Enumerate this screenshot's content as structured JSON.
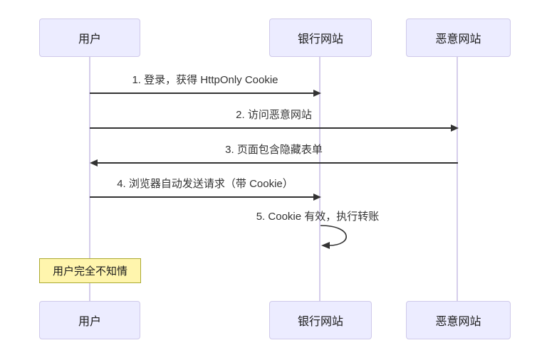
{
  "diagram": {
    "type": "sequence-diagram",
    "actors": [
      {
        "id": "user",
        "name": "用户"
      },
      {
        "id": "bank",
        "name": "银行网站"
      },
      {
        "id": "evil",
        "name": "恶意网站"
      }
    ],
    "messages": [
      {
        "num": 1,
        "label": "1. 登录，获得 HttpOnly Cookie",
        "from": "用户",
        "to": "银行网站",
        "direction": "right"
      },
      {
        "num": 2,
        "label": "2. 访问恶意网站",
        "from": "用户",
        "to": "恶意网站",
        "direction": "right"
      },
      {
        "num": 3,
        "label": "3. 页面包含隐藏表单",
        "from": "恶意网站",
        "to": "用户",
        "direction": "left"
      },
      {
        "num": 4,
        "label": "4. 浏览器自动发送请求（带 Cookie）",
        "from": "用户",
        "to": "银行网站",
        "direction": "right"
      },
      {
        "num": 5,
        "label": "5. Cookie 有效，执行转账",
        "from": "银行网站",
        "to": "银行网站",
        "direction": "self"
      }
    ],
    "note": {
      "text": "用户完全不知情",
      "attached_to": "用户"
    },
    "colors": {
      "actor_fill": "#ececff",
      "actor_border": "#cfc9ea",
      "lifeline": "#d5cdeb",
      "message_line": "#333333",
      "message_text": "#333333",
      "note_fill": "#fff5ad",
      "note_border": "#aaaa33",
      "background": "#ffffff"
    }
  }
}
